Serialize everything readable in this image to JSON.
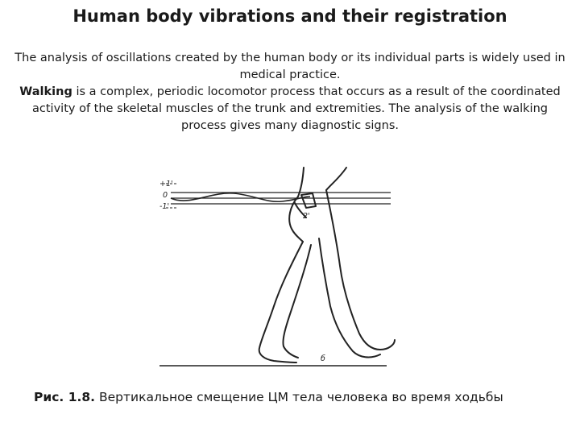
{
  "title": "Human body vibrations and their registration",
  "paragraph1": "The analysis of oscillations created by the human body or its individual parts is widely used in medical practice.",
  "paragraph2_bold": "Walking",
  "paragraph2_rest": " is a complex, periodic locomotor process that occurs as a result of the coordinated activity of the skeletal muscles of the trunk and extremities. The analysis of the walking process gives many diagnostic signs.",
  "figure": {
    "label_plus1": "+1'",
    "label_zero": "0",
    "label_minus1": "-1'",
    "label_2": "2'",
    "label_b": "б"
  },
  "caption_bold": "Рис. 1.8.",
  "caption_text": " Вертикальное смещение ЦМ тела человека во время ходьбы"
}
